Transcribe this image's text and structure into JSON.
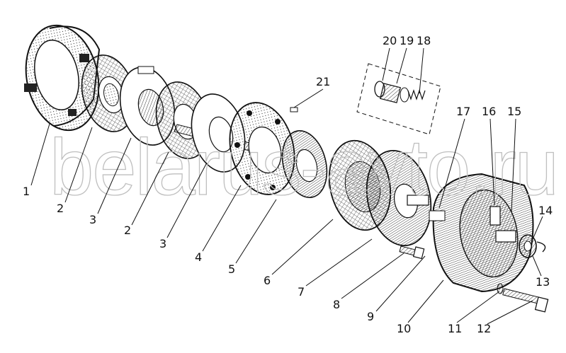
{
  "diagram": {
    "watermark": "belarus-avto.ru",
    "corner_mark": "",
    "callouts": [
      "1",
      "2",
      "3",
      "2",
      "3",
      "4",
      "5",
      "6",
      "7",
      "8",
      "9",
      "10",
      "11",
      "12",
      "13",
      "14",
      "15",
      "16",
      "17",
      "18",
      "19",
      "20",
      "21"
    ]
  }
}
